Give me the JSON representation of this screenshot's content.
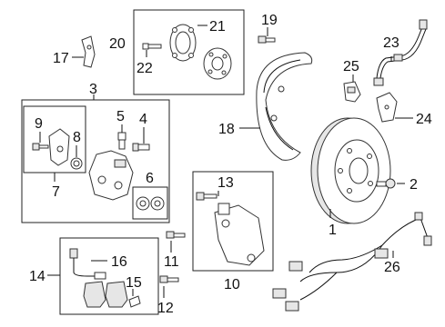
{
  "diagram": {
    "callouts": {
      "c1": "1",
      "c2": "2",
      "c3": "3",
      "c4": "4",
      "c5": "5",
      "c6": "6",
      "c7": "7",
      "c8": "8",
      "c9": "9",
      "c10": "10",
      "c11": "11",
      "c12": "12",
      "c13": "13",
      "c14": "14",
      "c15": "15",
      "c16": "16",
      "c17": "17",
      "c18": "18",
      "c19": "19",
      "c20": "20",
      "c21": "21",
      "c22": "22",
      "c23": "23",
      "c24": "24",
      "c25": "25",
      "c26": "26"
    }
  },
  "colors": {
    "line": "#111111",
    "part_fill": "#ffffff",
    "shade": "#e6e6e6"
  }
}
